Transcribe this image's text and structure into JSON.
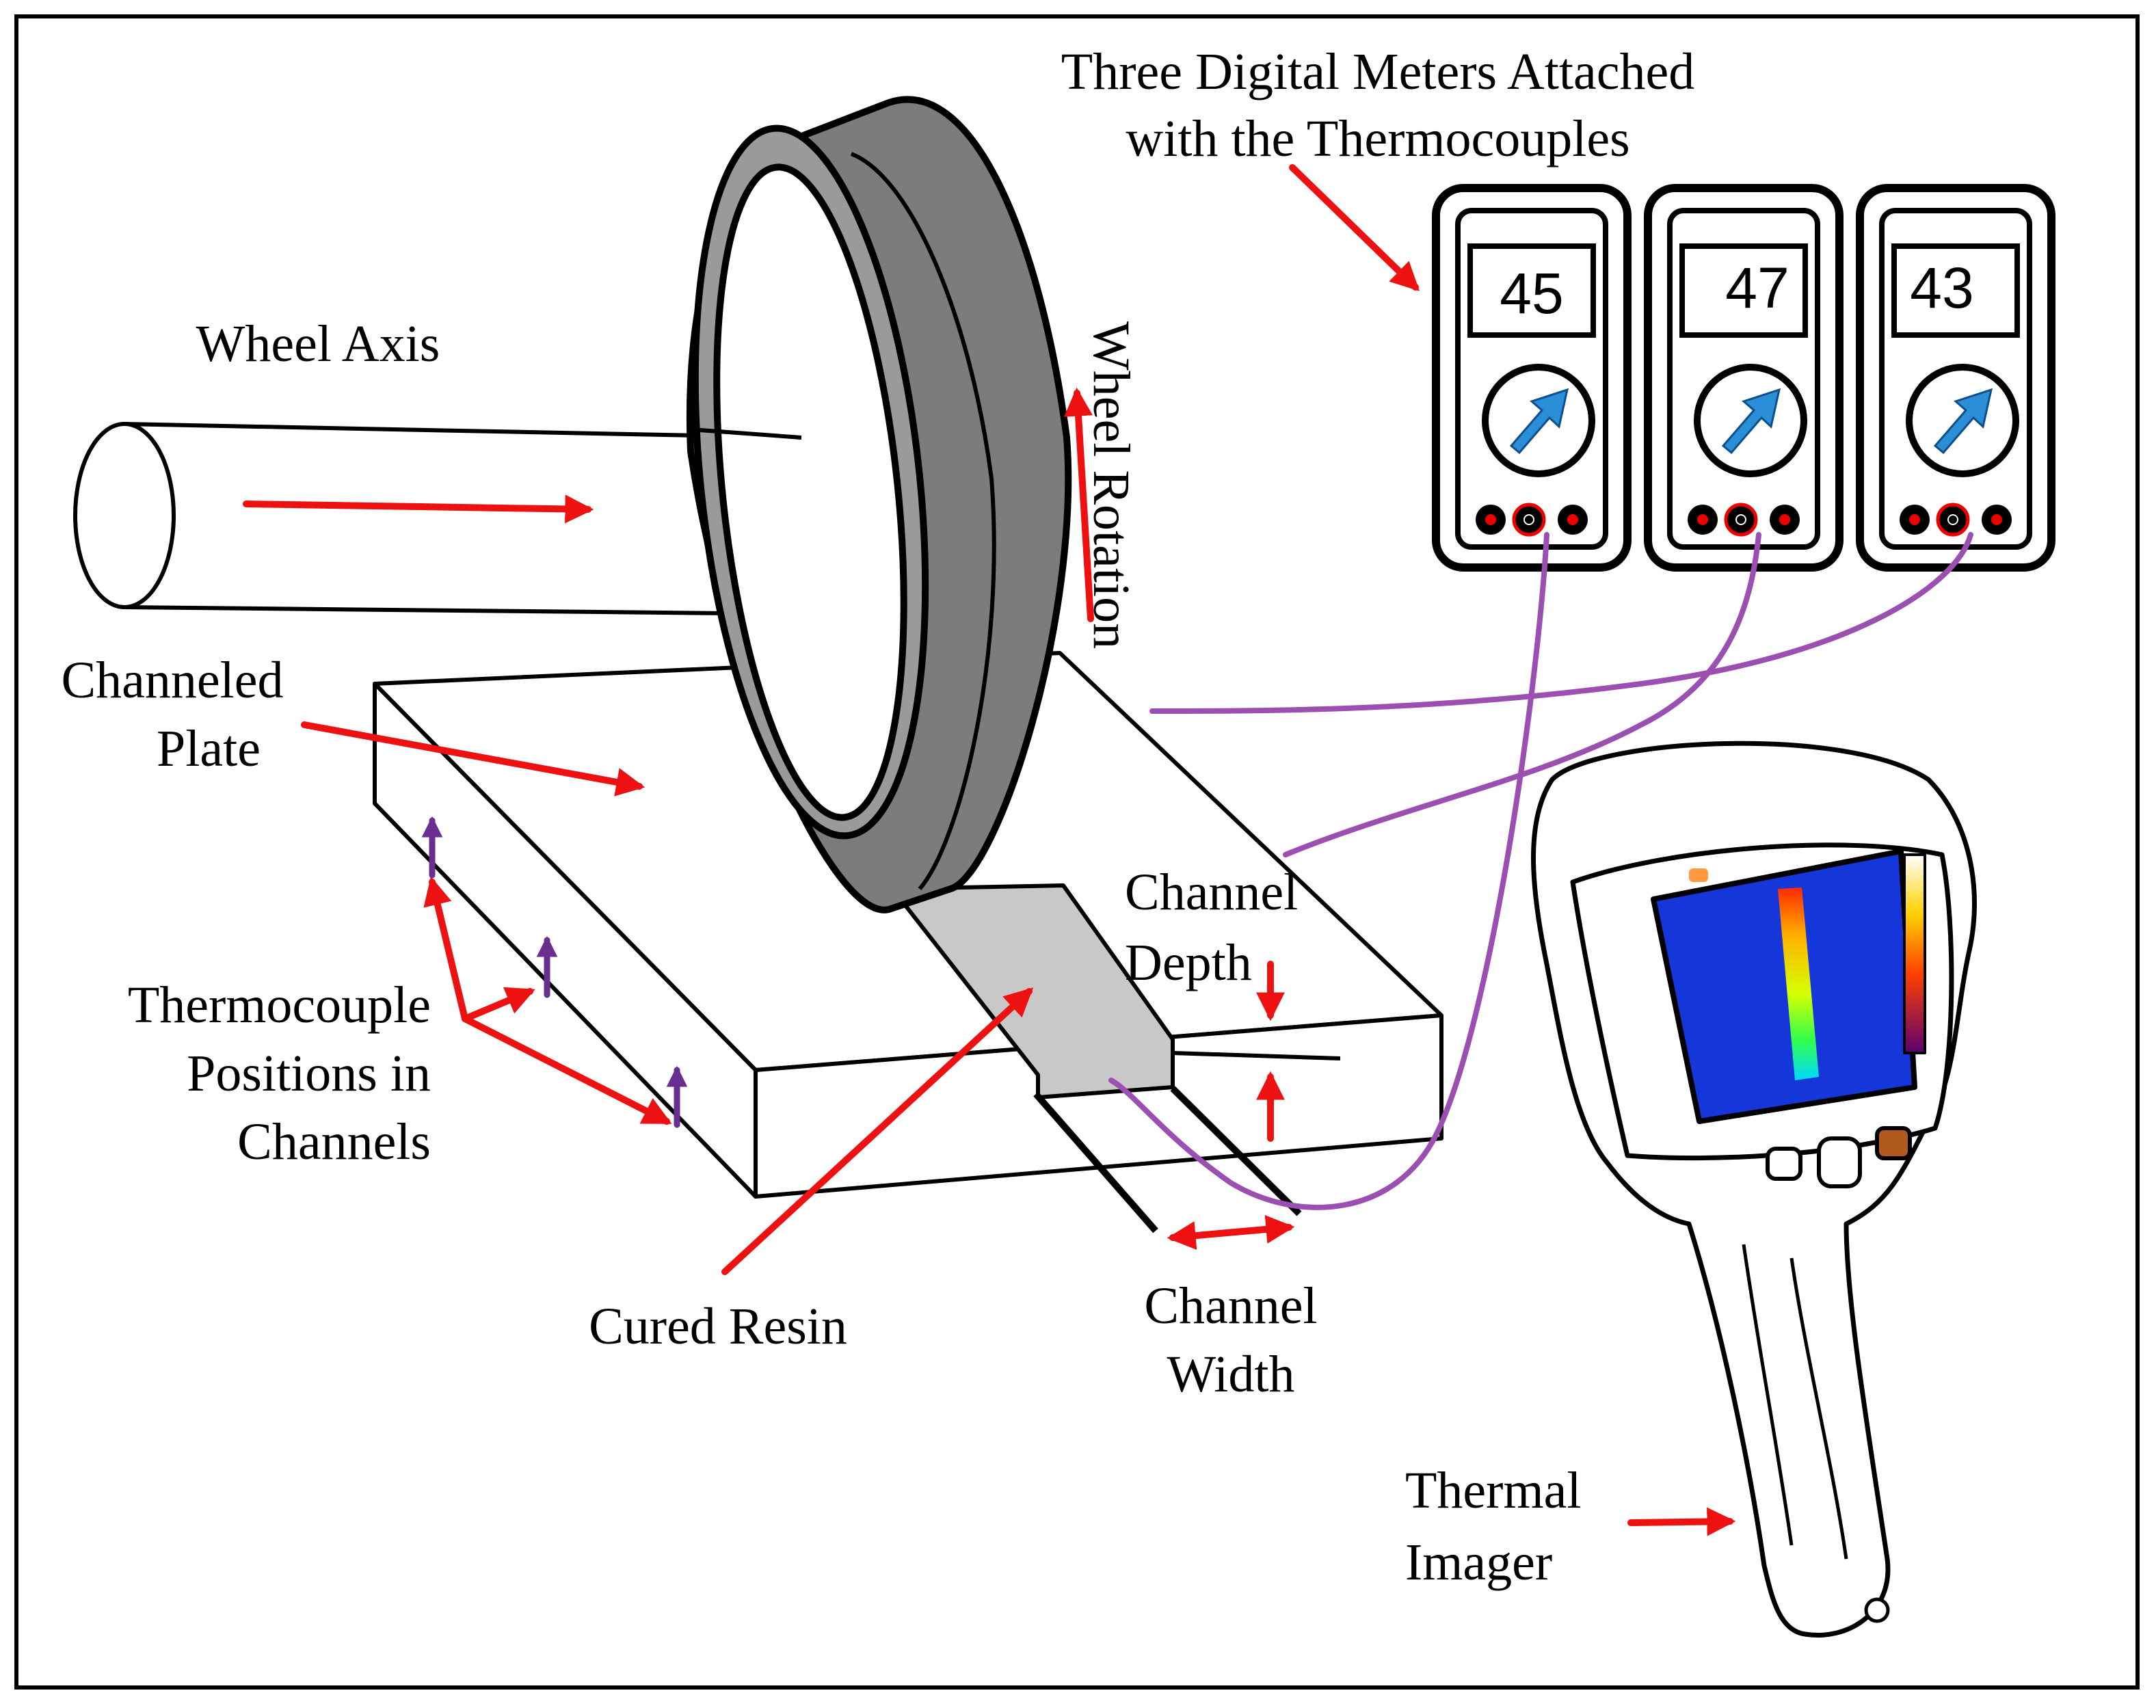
{
  "labels": {
    "meters_line1": "Three Digital Meters Attached",
    "meters_line2": "with the Thermocouples",
    "wheel_axis": "Wheel Axis",
    "wheel_rotation": "Wheel Rotation",
    "channeled_plate_line1": "Channeled",
    "channeled_plate_line2": "Plate",
    "channel_depth_line1": "Channel",
    "channel_depth_line2": "Depth",
    "thermocouple_line1": "Thermocouple",
    "thermocouple_line2": "Positions in",
    "thermocouple_line3": "Channels",
    "cured_resin": "Cured Resin",
    "channel_width_line1": "Channel",
    "channel_width_line2": "Width",
    "thermal_imager_line1": "Thermal",
    "thermal_imager_line2": "Imager"
  },
  "meters": [
    {
      "reading": "45"
    },
    {
      "reading": "47"
    },
    {
      "reading": "43"
    }
  ],
  "colors": {
    "arrow": "#ee1111",
    "wire": "#9b4fb0",
    "thermocouple": "#6a2e91",
    "wheel_tread": "#7c7c7c",
    "resin": "#c8c8c8",
    "meter_arrow": "#2a8fd6",
    "thermal_bg": "#1536d8"
  },
  "icons": [
    "wheel-icon",
    "axle-icon",
    "digital-meter-icon",
    "thermal-camera-icon"
  ]
}
